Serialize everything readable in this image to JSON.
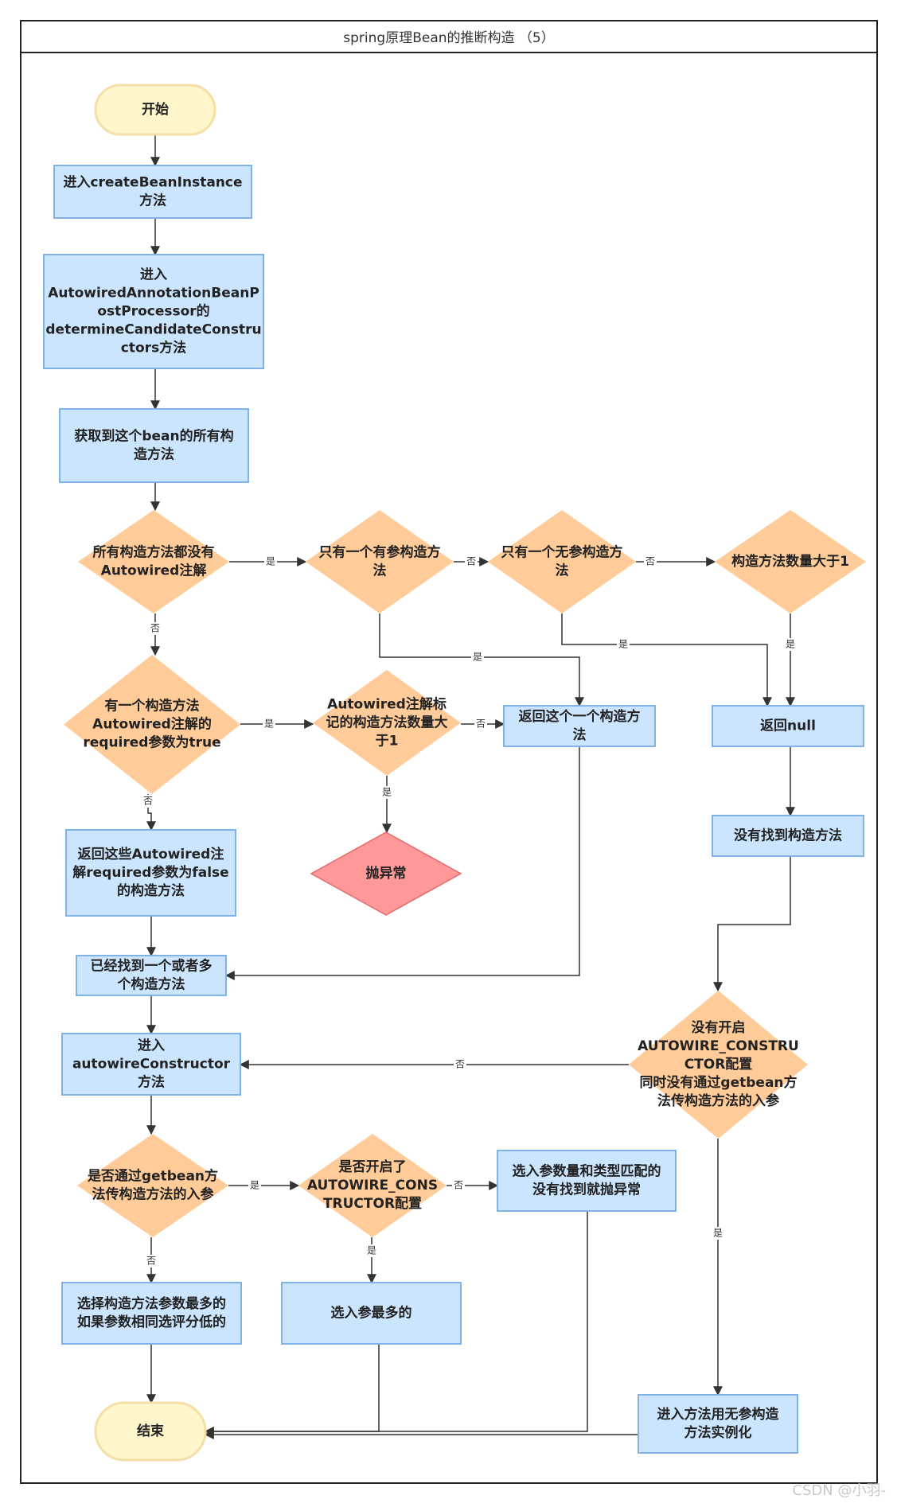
{
  "title": "spring原理Bean的推断构造 （5）",
  "watermark": "CSDN @小羽-",
  "colors": {
    "process_fill": "#cce5ff",
    "process_stroke": "#7fb3e6",
    "decision_fill": "#ffcc99",
    "terminal_fill": "#fff6cc",
    "terminal_stroke": "#f5dfa6",
    "error_fill": "#ff9999",
    "error_stroke": "#e66a6a",
    "edge": "#333333"
  },
  "nodes": {
    "start": [
      "开始"
    ],
    "enter_create": [
      "进入createBeanInstance",
      "方法"
    ],
    "enter_determine": [
      "进入",
      "AutowiredAnnotationBeanP",
      "ostProcessor的",
      "determineCandidateConstru",
      "ctors方法"
    ],
    "get_all": [
      "获取到这个bean的所有构",
      "造方法"
    ],
    "d_no_autowired": [
      "所有构造方法都没有",
      "Autowired注解"
    ],
    "d_one_param": [
      "只有一个有参构造方",
      "法"
    ],
    "d_one_noparam": [
      "只有一个无参构造方",
      "法"
    ],
    "d_count_gt1": [
      "构造方法数量大于1"
    ],
    "d_required_true": [
      "有一个构造方法",
      "Autowired注解的",
      "required参数为true"
    ],
    "d_autowired_count": [
      "Autowired注解标",
      "记的构造方法数量大",
      "于1"
    ],
    "return_one": [
      "返回这个一个构造方",
      "法"
    ],
    "return_null": [
      "返回null"
    ],
    "throw": [
      "抛异常"
    ],
    "return_false": [
      "返回这些Autowired注",
      "解required参数为false",
      "的构造方法"
    ],
    "not_found": [
      "没有找到构造方法"
    ],
    "found_some": [
      "已经找到一个或者多",
      "个构造方法"
    ],
    "d_autowire_getbean": [
      "没有开启",
      "AUTOWIRE_CONSTRU",
      "CTOR配置",
      "同时没有通过getbean方",
      "法传构造方法的入参"
    ],
    "enter_autowire_ctor": [
      "进入",
      "autowireConstructor",
      "方法"
    ],
    "d_getbean_args": [
      "是否通过getbean方",
      "法传构造方法的入参"
    ],
    "d_autowire_enabled": [
      "是否开启了",
      "AUTOWIRE_CONS",
      "TRUCTOR配置"
    ],
    "select_match": [
      "选入参数量和类型匹配的",
      "没有找到就抛异常"
    ],
    "select_most": [
      "选择构造方法参数最多的",
      "如果参数相同选评分低的"
    ],
    "select_most_params": [
      "选入参最多的"
    ],
    "end": [
      "结束"
    ],
    "noarg_instantiate": [
      "进入方法用无参构造",
      "方法实例化"
    ]
  },
  "edge_labels": {
    "yes": "是",
    "no": "否"
  }
}
